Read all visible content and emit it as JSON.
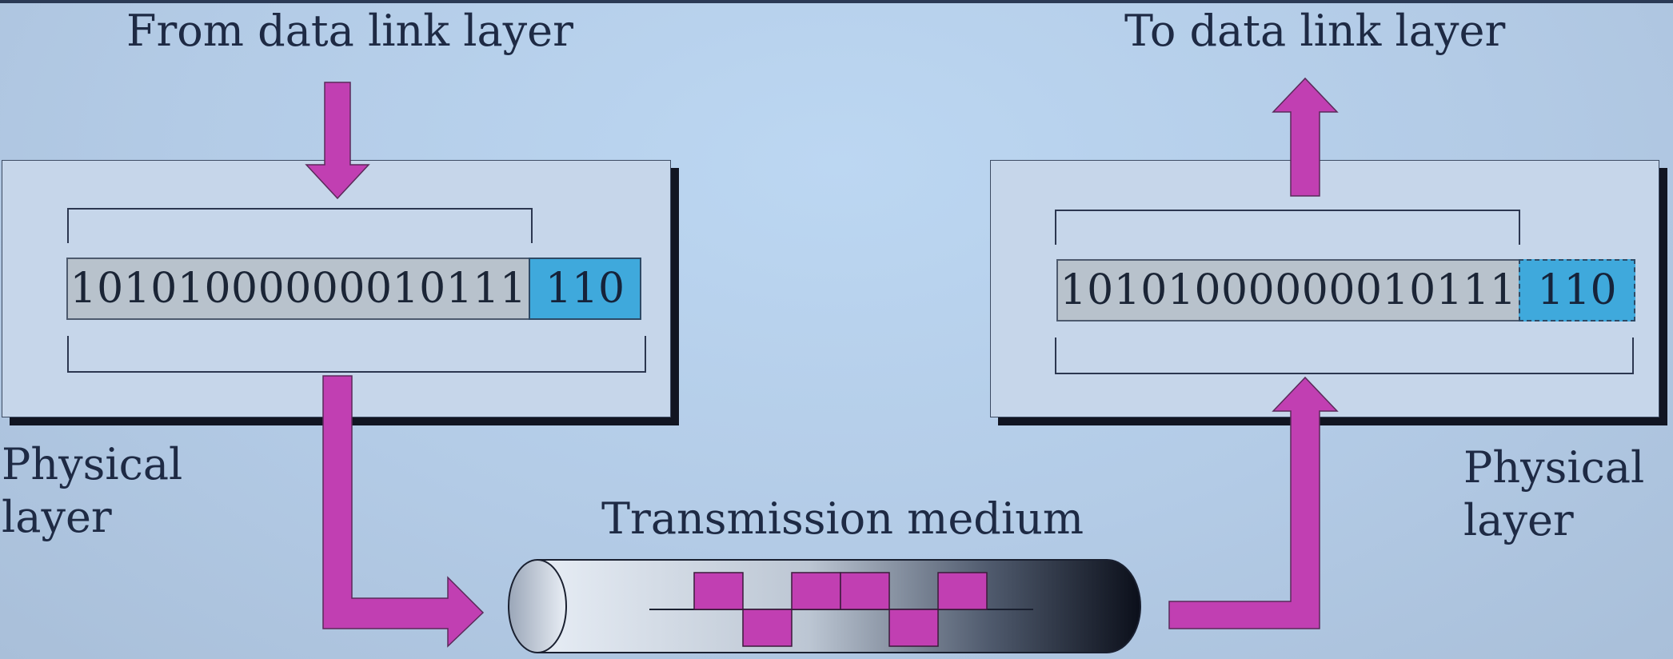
{
  "sender": {
    "input_label": "From data link layer",
    "layer_label": "Physical\nlayer",
    "data_bits": "10101000000010111",
    "crc_bits": "110"
  },
  "receiver": {
    "output_label": "To data link layer",
    "layer_label": "Physical\nlayer",
    "data_bits": "10101000000010111",
    "crc_bits": "110"
  },
  "medium": {
    "label": "Transmission medium",
    "signal_bits": [
      1,
      0,
      1,
      1,
      0,
      1
    ]
  },
  "colors": {
    "arrow": "#c13fb2",
    "crc_fill": "#3fa9dc",
    "signal": "#c13fb2"
  }
}
